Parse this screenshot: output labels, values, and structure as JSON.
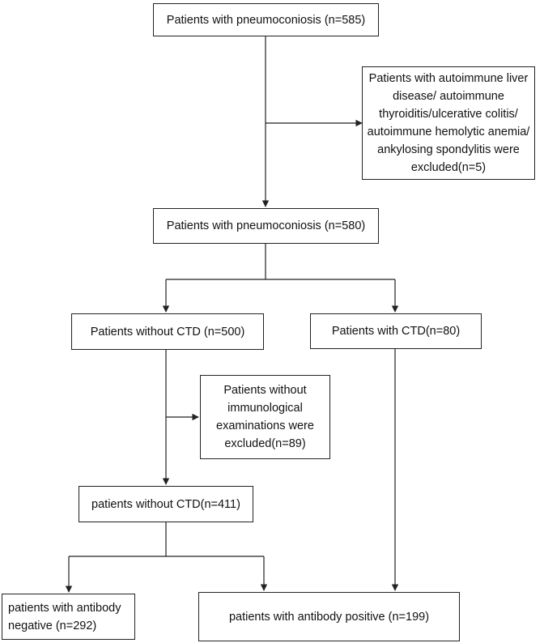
{
  "nodes": {
    "n585": "Patients with pneumoconiosis (n=585)",
    "excl_autoimmune": "Patients with autoimmune liver\ndisease/ autoimmune\nthyroiditis/ulcerative colitis/\nautoimmune hemolytic anemia/\nankylosing spondylitis were\nexcluded(n=5)",
    "n580": "Patients with pneumoconiosis (n=580)",
    "no_ctd_500": "Patients without CTD  (n=500)",
    "ctd_80": "Patients with CTD(n=80)",
    "excl_immuno": "Patients without\nimmunological\nexaminations were\nexcluded(n=89)",
    "no_ctd_411": "patients without CTD(n=411)",
    "ab_negative": "patients with antibody\nnegative (n=292)",
    "ab_positive": "patients with antibody positive (n=199)"
  }
}
